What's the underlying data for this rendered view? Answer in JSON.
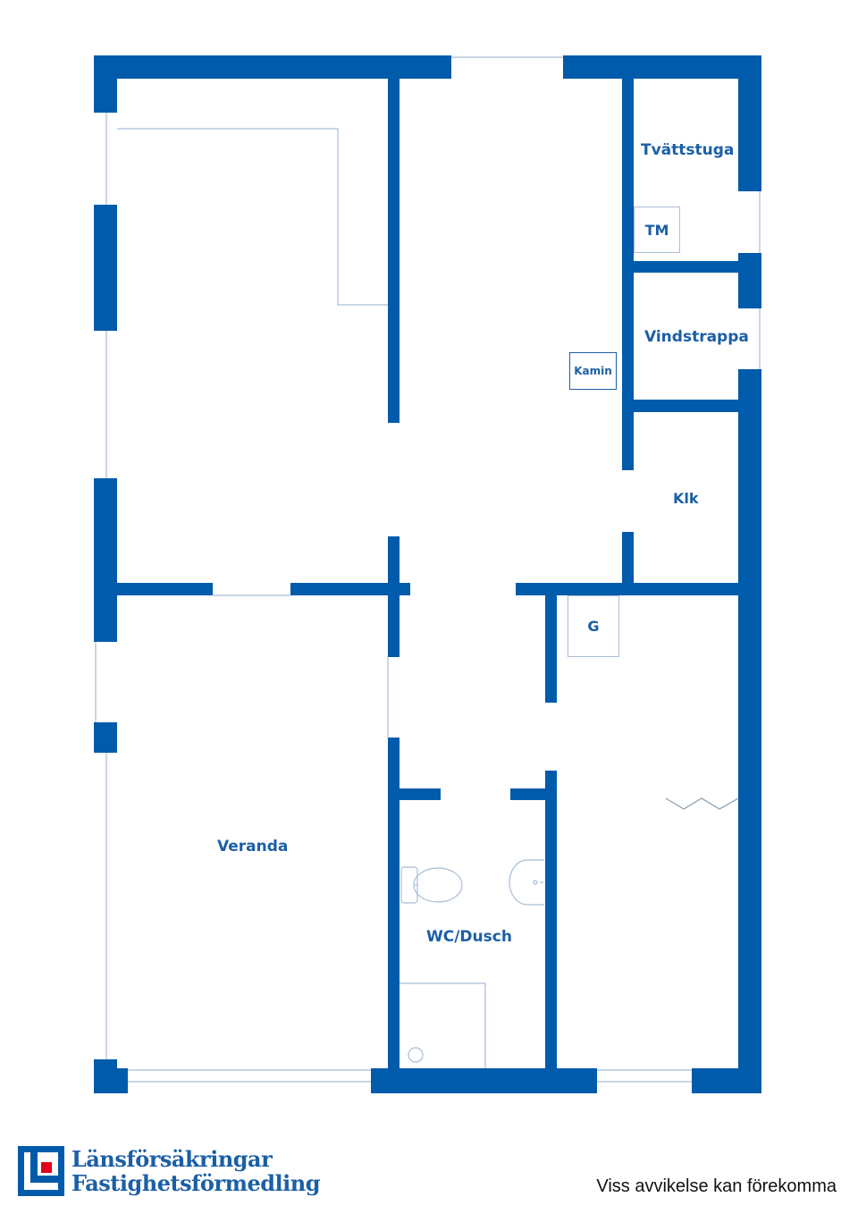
{
  "rooms": {
    "tvattstuga": "Tvättstuga",
    "tm": "TM",
    "vindstrappa": "Vindstrappa",
    "kamin": "Kamin",
    "klk": "Klk",
    "g": "G",
    "veranda": "Veranda",
    "wc_dusch": "WC/Dusch"
  },
  "footer": {
    "brand_line1": "Länsförsäkringar",
    "brand_line2": "Fastighetsförmedling",
    "disclaimer": "Viss avvikelse kan förekomma"
  },
  "colors": {
    "wall": "#005bab",
    "thin_line": "#a9bcd6",
    "brand_red": "#e2001a"
  },
  "icons": [
    "toilet-icon",
    "sink-icon",
    "shower-drain-icon",
    "wardrobe-zigzag-icon",
    "logo-mark-icon"
  ]
}
